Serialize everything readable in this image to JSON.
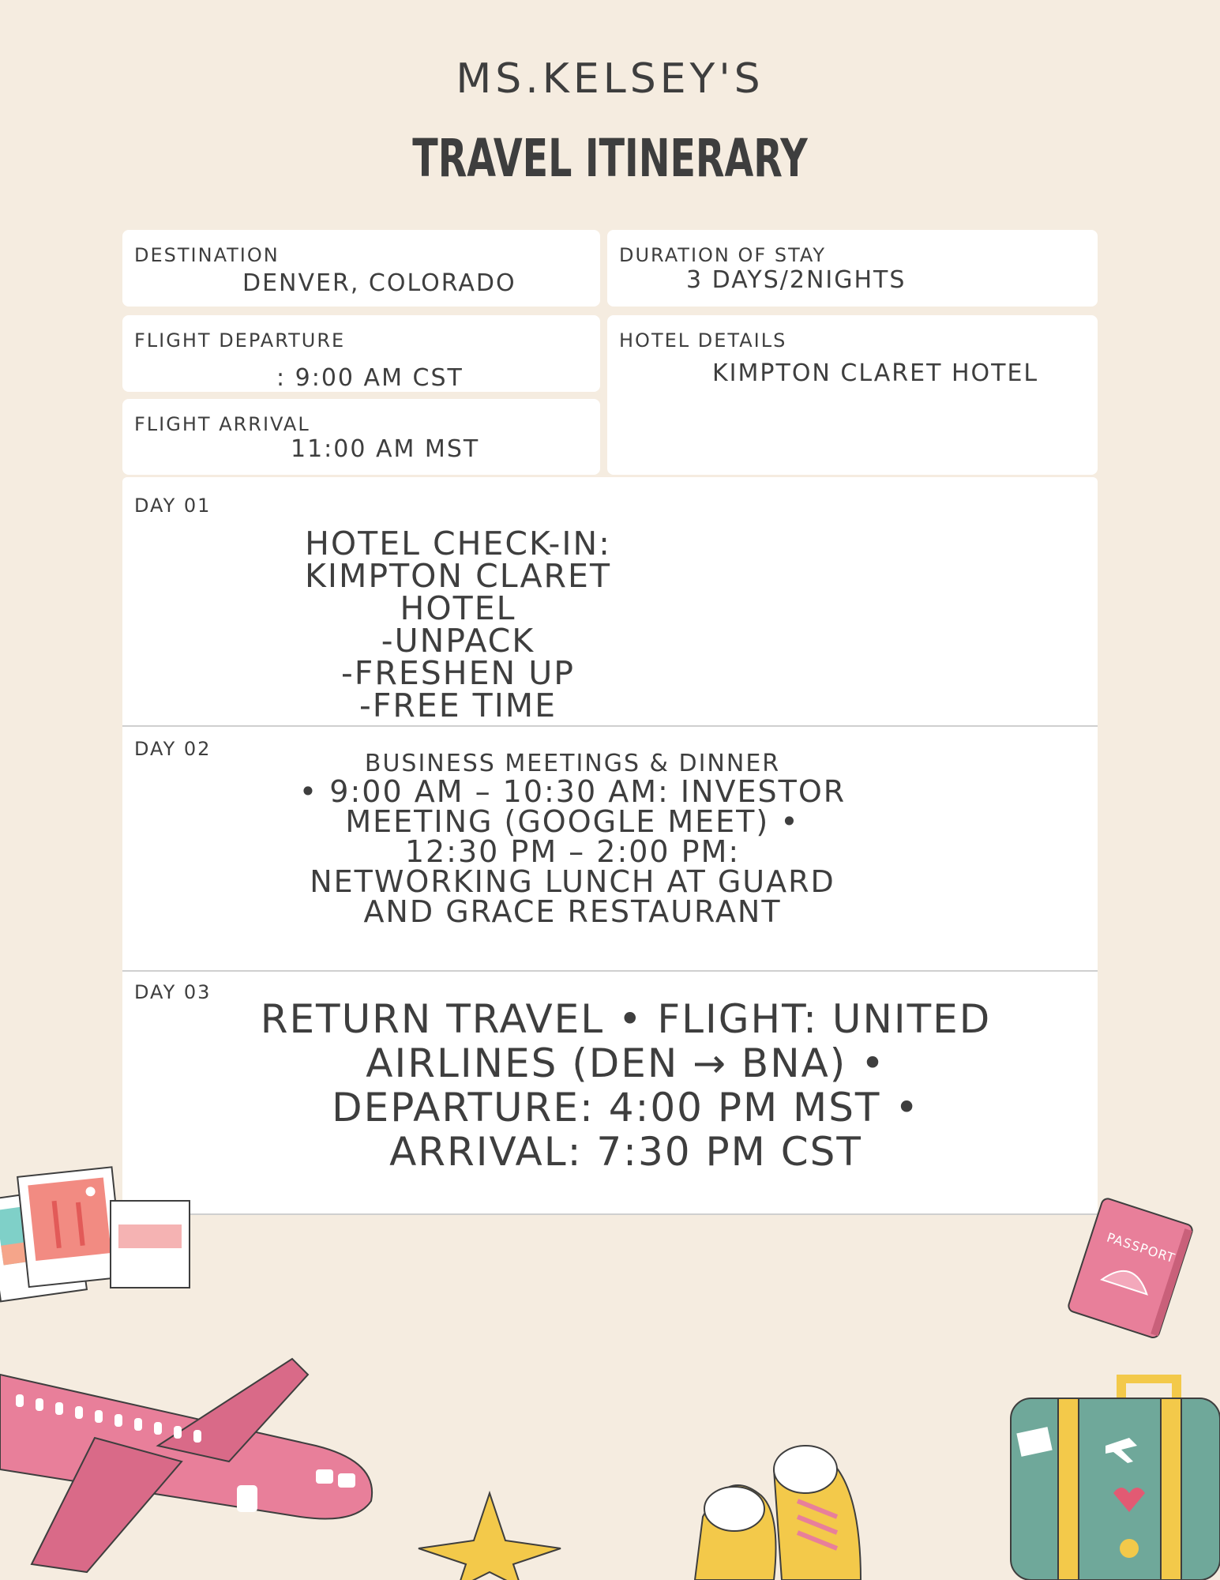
{
  "header": {
    "owner": "MS.KELSEY'S",
    "title": "TRAVEL ITINERARY"
  },
  "destination": {
    "label": "DESTINATION",
    "value": "DENVER, COLORADO"
  },
  "duration": {
    "label": "DURATION OF STAY",
    "value": "3 DAYS/2NIGHTS"
  },
  "departure": {
    "label": "FLIGHT DEPARTURE",
    "value": ": 9:00 AM CST"
  },
  "arrival": {
    "label": "FLIGHT ARRIVAL",
    "value": "11:00 AM MST"
  },
  "hotel": {
    "label": "HOTEL DETAILS",
    "value": "KIMPTON CLARET HOTEL"
  },
  "days": [
    {
      "label": "DAY 01",
      "lines": [
        "HOTEL CHECK-IN: KIMPTON CLARET",
        "HOTEL",
        "-UNPACK",
        "-FRESHEN UP",
        "-FREE TIME"
      ]
    },
    {
      "label": "DAY 02",
      "heading": "BUSINESS MEETINGS & DINNER",
      "lines": [
        "• 9:00 AM – 10:30 AM: INVESTOR",
        "MEETING (GOOGLE MEET) •",
        "12:30 PM – 2:00 PM:",
        "NETWORKING LUNCH AT GUARD",
        "AND GRACE RESTAURANT"
      ]
    },
    {
      "label": "DAY 03",
      "lines": [
        "RETURN TRAVEL • FLIGHT: UNITED",
        "AIRLINES (DEN → BNA) •",
        "DEPARTURE: 4:00 PM MST •",
        "ARRIVAL: 7:30 PM CST"
      ]
    }
  ],
  "decorations": {
    "passport_text": "PASSPORT",
    "colors": {
      "pink": "#e87f9a",
      "yellow": "#f3c94a",
      "teal": "#6fa89a",
      "white": "#ffffff"
    }
  }
}
